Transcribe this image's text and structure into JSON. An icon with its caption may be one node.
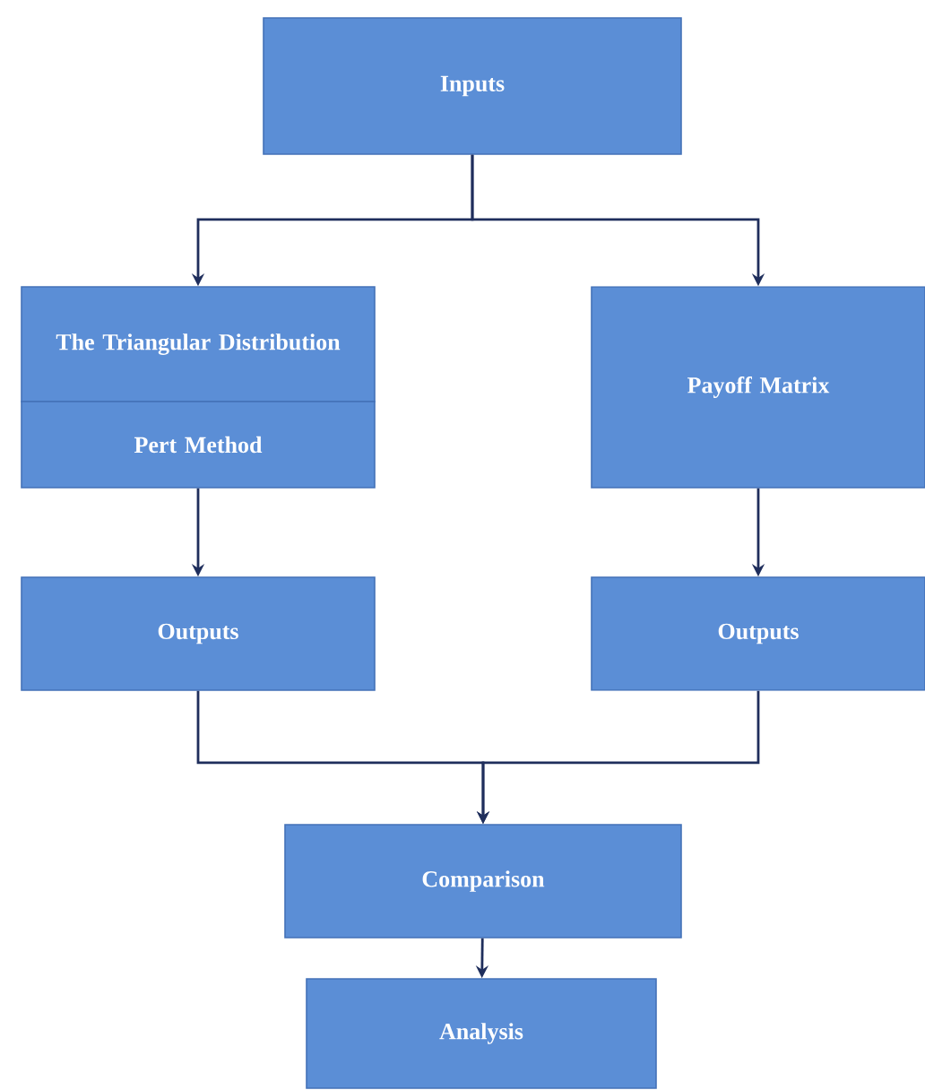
{
  "diagram": {
    "nodes": [
      {
        "text": [
          "Inputs"
        ]
      },
      {
        "text": [
          "The Triangular Distribution"
        ]
      },
      {
        "text": [
          "Pert Method"
        ]
      },
      {
        "text": [
          "Payoff Matrix"
        ]
      },
      {
        "text": [
          "Outputs"
        ]
      },
      {
        "text": [
          "Outputs"
        ]
      },
      {
        "text": [
          "Comparison"
        ]
      },
      {
        "text": [
          "Analysis"
        ]
      }
    ],
    "edges": [
      {
        "from": 0,
        "to": 1,
        "arrow": "to"
      },
      {
        "from": 0,
        "to": 3,
        "arrow": "to"
      },
      {
        "from": 2,
        "to": 4,
        "arrow": "to"
      },
      {
        "from": 3,
        "to": 5,
        "arrow": "to"
      },
      {
        "from": 4,
        "to": 6,
        "arrow": "to"
      },
      {
        "from": 5,
        "to": 6,
        "arrow": "to"
      },
      {
        "from": 6,
        "to": 7,
        "arrow": "to"
      }
    ]
  }
}
